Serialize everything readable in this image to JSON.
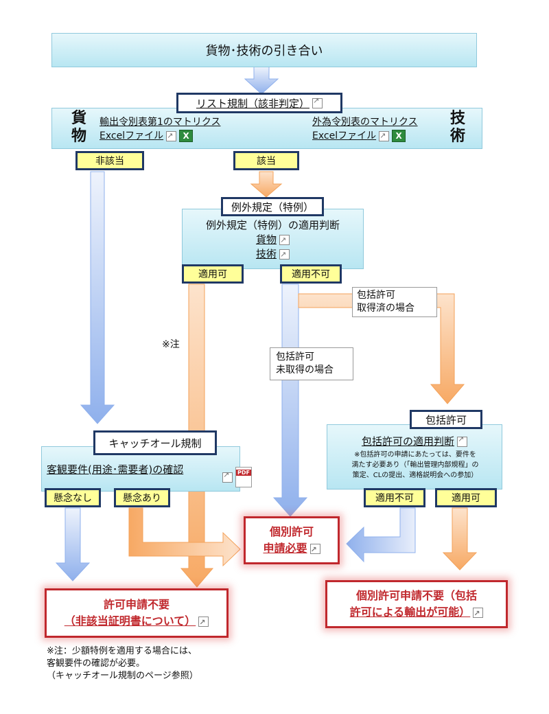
{
  "title": "貨物･技術の引き合い",
  "list_check": "リスト規制（該非判定）",
  "goods_kanji": [
    "貨",
    "物"
  ],
  "tech_kanji": [
    "技",
    "術"
  ],
  "goods_matrix": "輸出令別表第1のマトリクス",
  "goods_excel": "Excelファイル",
  "tech_matrix": "外為令別表のマトリクス",
  "tech_excel": "Excelファイル",
  "hi_gaitou": "非該当",
  "gaitou": "該当",
  "exception_title": "例外規定（特例）",
  "exception_judge": "例外規定（特例）の適用判断",
  "exception_goods": "貨物",
  "exception_tech": "技術",
  "applicable": "適用可",
  "not_applicable": "適用不可",
  "bulk_obtained": [
    "包括許可",
    "取得済の場合"
  ],
  "bulk_not_obtained": [
    "包括許可",
    "未取得の場合"
  ],
  "note_mark": "※注",
  "bulk_title": "包括許可",
  "bulk_judge": "包括許可の適用判断",
  "bulk_note": [
    "※包括許可の申請にあたっては、要件を",
    "満たす必要あり（「輸出管理内部規程」の",
    "策定、CLの提出、適格説明会への参加）"
  ],
  "bulk_not_applicable": "適用不可",
  "bulk_applicable": "適用可",
  "catchall_title": "キャッチオール規制",
  "catchall_check": "客観要件(用途･需要者)の確認",
  "pdf_label": "PDF",
  "no_concern": "懸念なし",
  "concern": "懸念あり",
  "individual": [
    "個別許可",
    "申請必要"
  ],
  "no_permit": [
    "許可申請不要",
    "（非該当証明書について）"
  ],
  "individual_unneeded": [
    "個別許可申請不要（包括",
    "許可による輸出が可能）"
  ],
  "footnote": [
    "※注：少額特例を適用する場合には、",
    "客観要件の確認が必要。",
    "（キャッチオール規制のページ参照）"
  ],
  "colors": {
    "cyan_fill": "#b8e6f2",
    "navy_border": "#1f3864",
    "yellow": "#ffff99",
    "red": "#c0282d",
    "blue_arrow": "#8fb0ec",
    "orange_arrow": "#f7a964"
  }
}
